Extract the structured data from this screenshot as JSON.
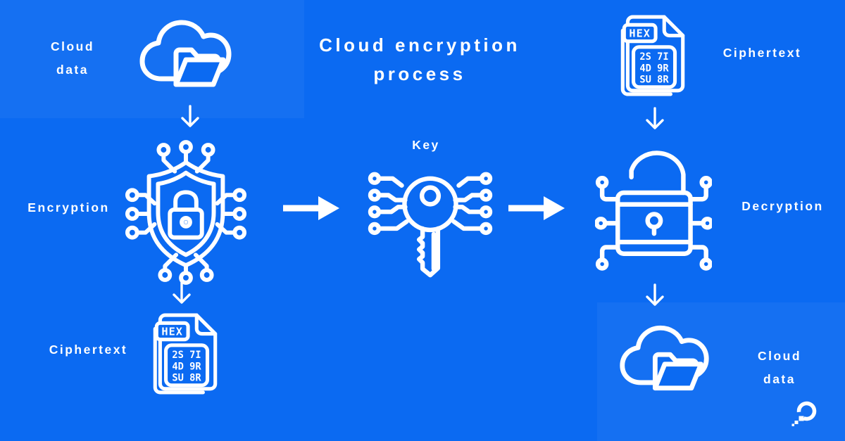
{
  "title": {
    "line1": "Cloud encryption",
    "line2": "process"
  },
  "colors": {
    "background": "#0b6af2",
    "line_art": "#ffffff",
    "corner_tint": "rgba(255,255,255,0.045)"
  },
  "flow": {
    "cloud_data_top": {
      "line1": "Cloud",
      "line2": "data"
    },
    "encryption": {
      "label": "Encryption"
    },
    "ciphertext_left": {
      "label": "Ciphertext"
    },
    "key": {
      "label": "Key"
    },
    "ciphertext_right": {
      "label": "Ciphertext"
    },
    "decryption": {
      "label": "Decryption"
    },
    "cloud_data_bottom": {
      "line1": "Cloud",
      "line2": "data"
    }
  },
  "hex_file": {
    "badge": "HEX",
    "rows": [
      "2S 7I",
      "4D 9R",
      "SU 8R"
    ]
  }
}
